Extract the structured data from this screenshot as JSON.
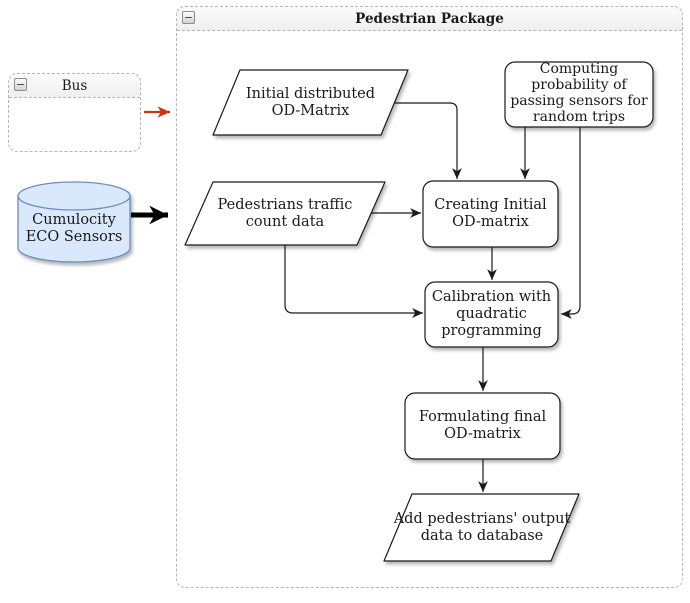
{
  "package": {
    "title": "Pedestrian Package",
    "collapse_glyph": "−"
  },
  "bus": {
    "title": "Bus",
    "collapse_glyph": "−"
  },
  "datastore": {
    "label": "Cumulocity\nECO Sensors"
  },
  "nodes": {
    "initial_od": {
      "label": "Initial distributed\nOD-Matrix",
      "shape": "parallelogram"
    },
    "computing_prob": {
      "label": "Computing\nprobability of\npassing sensors for\nrandom trips",
      "shape": "rounded-rect"
    },
    "pedestrian_counts": {
      "label": "Pedestrians traffic\ncount data",
      "shape": "parallelogram"
    },
    "creating_od": {
      "label": "Creating Initial\nOD-matrix",
      "shape": "rounded-rect"
    },
    "calibration": {
      "label": "Calibration with\nquadratic\nprogramming",
      "shape": "rounded-rect"
    },
    "formulating": {
      "label": "Formulating final\nOD-matrix",
      "shape": "rounded-rect"
    },
    "add_output": {
      "label": "Add pedestrians' output\ndata to database",
      "shape": "parallelogram"
    }
  },
  "colors": {
    "red_arrow": "#cc3311",
    "edge": "#1a1a1a",
    "cylinder_fill": "#dae8fc",
    "cylinder_stroke": "#6c8ebf",
    "group_border": "#b5b5b5",
    "header_fill": "#f2f2f2"
  }
}
